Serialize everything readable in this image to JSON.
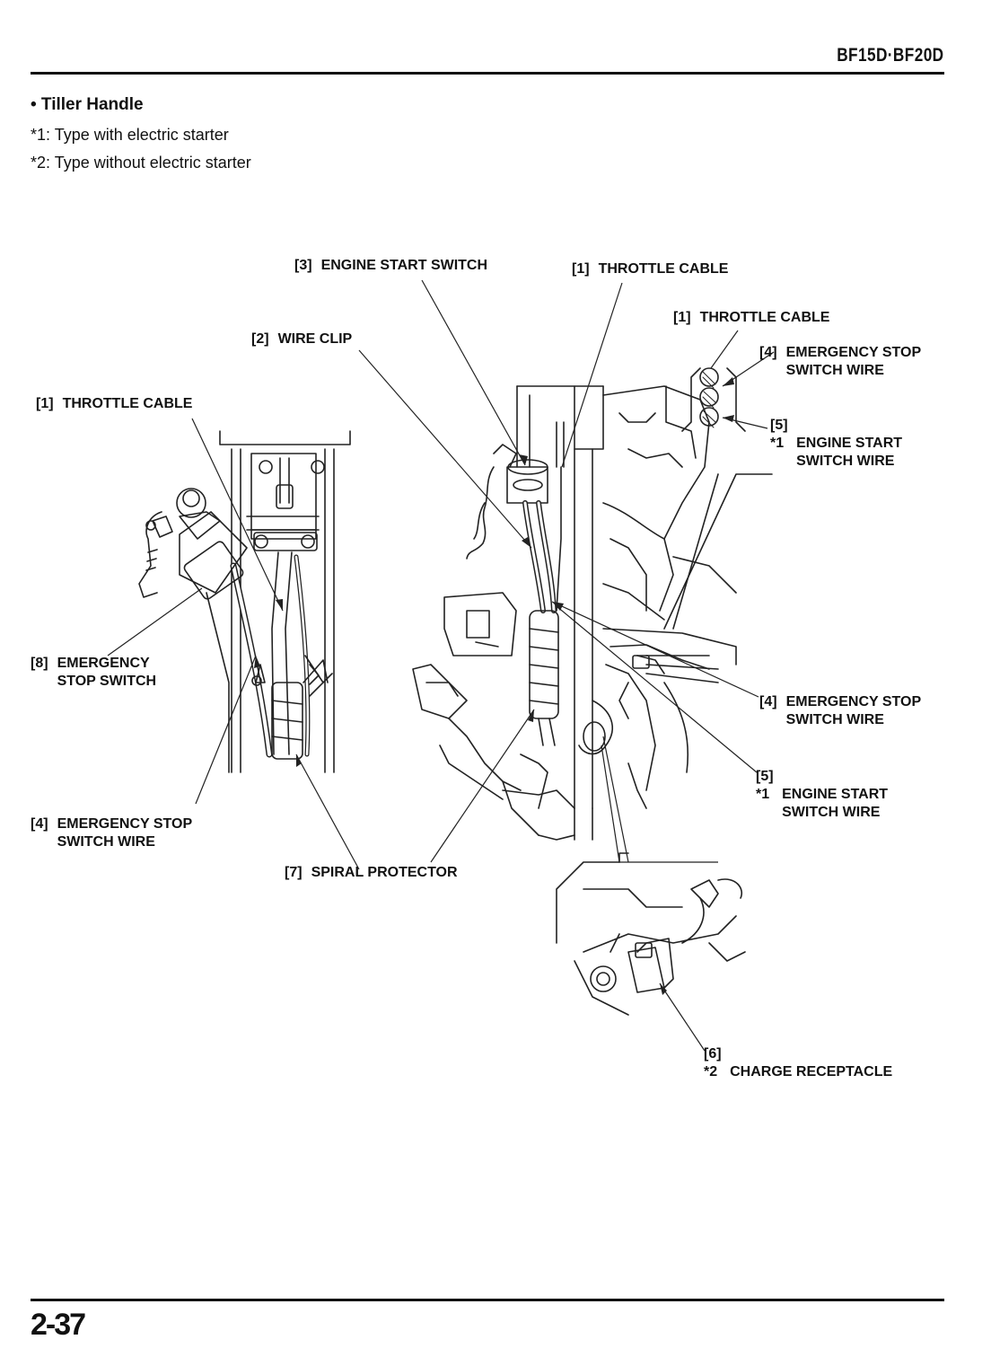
{
  "header": {
    "model": "BF15D·BF20D"
  },
  "section": {
    "title": "• Tiller Handle",
    "notes": [
      "*1: Type with electric starter",
      "*2: Type without electric starter"
    ]
  },
  "labels": {
    "engine_start_switch": {
      "ref": "[3]",
      "text": "ENGINE START SWITCH"
    },
    "throttle_cable_top": {
      "ref": "[1]",
      "text": "THROTTLE CABLE"
    },
    "throttle_cable_inset": {
      "ref": "[1]",
      "text": "THROTTLE CABLE"
    },
    "wire_clip": {
      "ref": "[2]",
      "text": "WIRE CLIP"
    },
    "emergency_stop_wire_inset": {
      "ref": "[4]",
      "line1": "EMERGENCY STOP",
      "line2": "SWITCH WIRE"
    },
    "engine_start_wire_inset": {
      "ref": "[5]",
      "mark": "*1",
      "line1": "ENGINE START",
      "line2": "SWITCH WIRE"
    },
    "throttle_cable_left": {
      "ref": "[1]",
      "text": "THROTTLE CABLE"
    },
    "emergency_stop_switch": {
      "ref": "[8]",
      "line1": "EMERGENCY",
      "line2": "STOP SWITCH"
    },
    "emergency_stop_wire_right": {
      "ref": "[4]",
      "line1": "EMERGENCY STOP",
      "line2": "SWITCH WIRE"
    },
    "engine_start_wire_right": {
      "ref": "[5]",
      "mark": "*1",
      "line1": "ENGINE START",
      "line2": "SWITCH WIRE"
    },
    "emergency_stop_wire_left": {
      "ref": "[4]",
      "line1": "EMERGENCY STOP",
      "line2": "SWITCH WIRE"
    },
    "spiral_protector": {
      "ref": "[7]",
      "text": "SPIRAL PROTECTOR"
    },
    "charge_receptacle": {
      "ref": "[6]",
      "mark": "*2",
      "text": "CHARGE RECEPTACLE"
    }
  },
  "footer": {
    "page": "2-37"
  }
}
